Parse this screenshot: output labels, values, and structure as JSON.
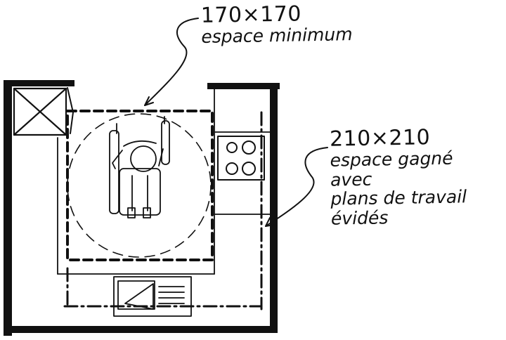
{
  "annotations": {
    "minimum": {
      "dimension": "170×170",
      "label": "espace minimum"
    },
    "gained": {
      "dimension": "210×210",
      "lines": [
        "espace gagné",
        "avec",
        "plans de travail",
        "évidés"
      ]
    }
  },
  "colors": {
    "ink": "#111111",
    "background": "#ffffff"
  },
  "icons": [
    "wheelchair-user-icon",
    "cooktop-icon",
    "sink-icon",
    "closet-cross-icon"
  ]
}
